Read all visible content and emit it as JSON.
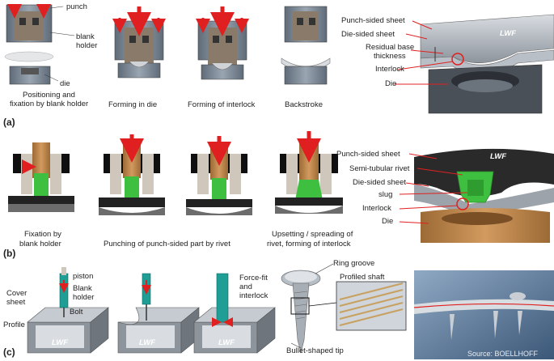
{
  "panel_a": {
    "label": "(a)",
    "step_labels": {
      "punch": "punch",
      "blank_holder_1": "blank",
      "blank_holder_2": "holder",
      "die": "die",
      "step1_line1": "Positioning and",
      "step1_line2": "fixation by blank holder",
      "step2": "Forming in die",
      "step3": "Forming of interlock",
      "step4": "Backstroke"
    },
    "detail_labels": {
      "punch_sheet": "Punch-sided sheet",
      "die_sheet": "Die-sided sheet",
      "residual_1": "Residual base",
      "residual_2": "thickness",
      "interlock": "Interlock",
      "die": "Die",
      "logo": "LWF"
    }
  },
  "panel_b": {
    "label": "(b)",
    "step_labels": {
      "step1_line1": "Fixation by",
      "step1_line2": "blank holder",
      "step2": "Punching of punch-sided part by rivet",
      "step3_line1": "Upsetting / spreading of",
      "step3_line2": "rivet, forming of interlock"
    },
    "detail_labels": {
      "punch_sheet": "Punch-sided sheet",
      "rivet": "Semi-tubular rivet",
      "die_sheet": "Die-sided sheet",
      "slug": "slug",
      "interlock": "Interlock",
      "die": "Die",
      "logo": "LWF"
    }
  },
  "panel_c": {
    "label": "(c)",
    "labels": {
      "piston": "piston",
      "blank_holder_1": "Blank",
      "blank_holder_2": "holder",
      "cover_sheet_1": "Cover",
      "cover_sheet_2": "sheet",
      "bolt": "Bolt",
      "profile": "Profile",
      "forcefit_1": "Force-fit",
      "forcefit_2": "and",
      "forcefit_3": "interlock",
      "ring_groove": "Ring groove",
      "profiled_shaft": "Profiled shaft",
      "tip": "Bullet-shaped tip",
      "source": "Source: BOELLHOFF",
      "logo": "LWF"
    }
  },
  "colors": {
    "arrow": "#e02020",
    "steel": "#7f8a98",
    "rivet": "#3fbf3f",
    "die_bronze": "#c48a4e",
    "bolt_teal": "#1e9e94"
  }
}
